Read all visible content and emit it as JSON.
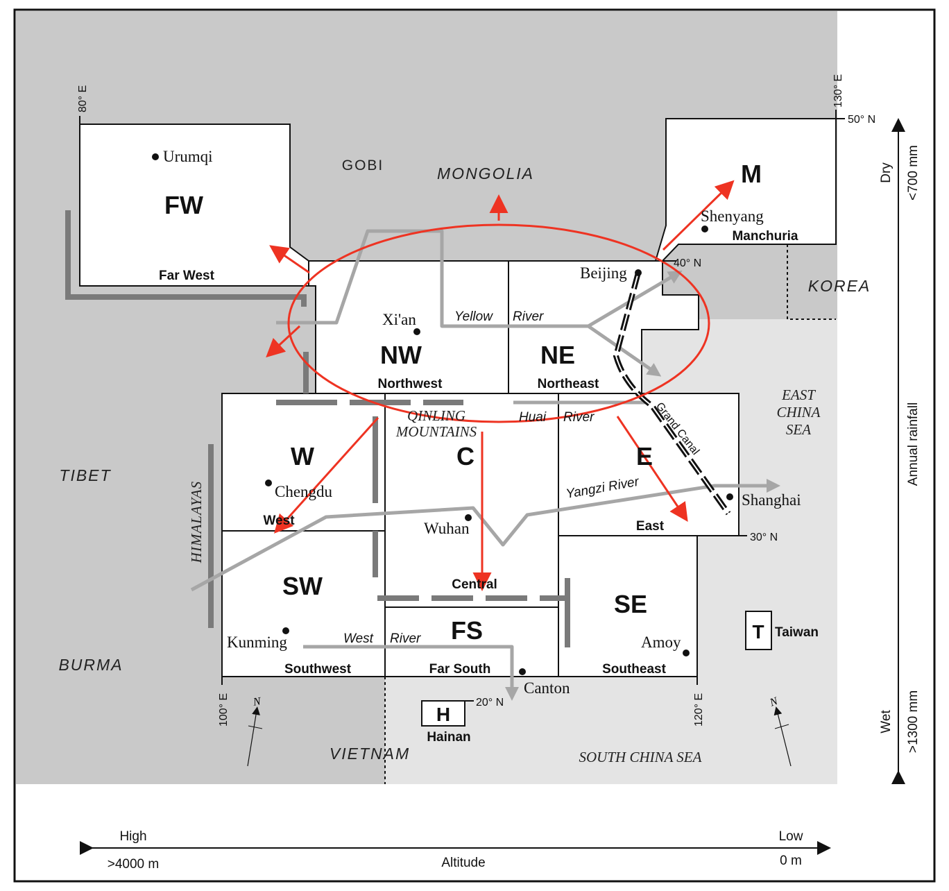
{
  "regions": {
    "far_west": {
      "code": "FW",
      "name": "Far West"
    },
    "northwest": {
      "code": "NW",
      "name": "Northwest"
    },
    "northeast": {
      "code": "NE",
      "name": "Northeast"
    },
    "manchuria": {
      "code": "M",
      "name": "Manchuria"
    },
    "west": {
      "code": "W",
      "name": "West"
    },
    "central": {
      "code": "C",
      "name": "Central"
    },
    "east": {
      "code": "E",
      "name": "East"
    },
    "southwest": {
      "code": "SW",
      "name": "Southwest"
    },
    "far_south": {
      "code": "FS",
      "name": "Far South"
    },
    "southeast": {
      "code": "SE",
      "name": "Southeast"
    },
    "taiwan": {
      "code": "T",
      "name": "Taiwan"
    },
    "hainan": {
      "code": "H",
      "name": "Hainan"
    }
  },
  "cities": {
    "urumqi": "Urumqi",
    "xian": "Xi'an",
    "beijing": "Beijing",
    "shenyang": "Shenyang",
    "chengdu": "Chengdu",
    "wuhan": "Wuhan",
    "shanghai": "Shanghai",
    "kunming": "Kunming",
    "canton": "Canton",
    "amoy": "Amoy"
  },
  "places": {
    "gobi": "GOBI",
    "mongolia": "MONGOLIA",
    "korea": "KOREA",
    "tibet": "TIBET",
    "burma": "BURMA",
    "vietnam": "VIETNAM",
    "himalayas": "HIMALAYAS",
    "qinling_1": "QINLING",
    "qinling_2": "MOUNTAINS",
    "east_china_sea_1": "EAST",
    "east_china_sea_2": "CHINA",
    "east_china_sea_3": "SEA",
    "south_china_sea": "SOUTH CHINA SEA"
  },
  "rivers": {
    "yellow_1": "Yellow",
    "yellow_2": "River",
    "huai_1": "Huai",
    "huai_2": "River",
    "yangzi": "Yangzi River",
    "west_1": "West",
    "west_2": "River",
    "grand_canal": "Grand Canal"
  },
  "coords": {
    "lon80": "80° E",
    "lon100": "100° E",
    "lon120": "120° E",
    "lon130": "130° E",
    "lat50": "50° N",
    "lat40": "40° N",
    "lat30": "30° N",
    "lat20": "20° N"
  },
  "compass": "N",
  "rainfall_axis": {
    "title": "Annual rainfall",
    "dry": "Dry",
    "dry_value": "<700 mm",
    "wet": "Wet",
    "wet_value": ">1300 mm"
  },
  "altitude_axis": {
    "title": "Altitude",
    "high": "High",
    "high_value": ">4000 m",
    "low": "Low",
    "low_value": "0 m"
  },
  "colors": {
    "high_terrain": "#c9c9c9",
    "low_terrain": "#e4e4e4",
    "river": "#a6a6a6",
    "mountain_barrier": "#7a7a7a",
    "diffusion_arrow": "#ee3322"
  }
}
